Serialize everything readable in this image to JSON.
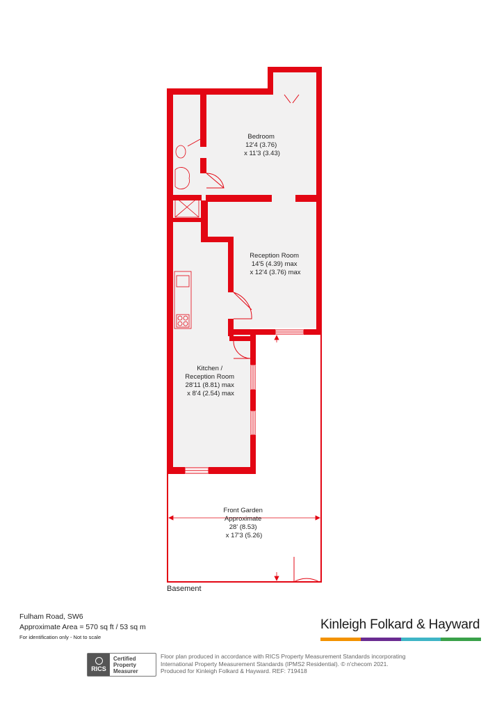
{
  "floor_name": "Basement",
  "rooms": [
    {
      "name": "Bedroom",
      "dim1": "12'4 (3.76)",
      "dim2": "x 11'3 (3.43)"
    },
    {
      "name": "Reception Room",
      "dim1": "14'5 (4.39) max",
      "dim2": "x 12'4 (3.76) max"
    },
    {
      "name": "Kitchen /",
      "name2": "Reception Room",
      "dim1": "28'11 (8.81) max",
      "dim2": "x 8'4 (2.54) max"
    },
    {
      "name": "Front Garden",
      "name2": "Approximate",
      "dim1": "28' (8.53)",
      "dim2": "x 17'3 (5.26)"
    }
  ],
  "property": {
    "address": "Fulham Road, SW6",
    "area": "Approximate Area = 570 sq ft / 53 sq m",
    "disclaimer": "For identification only - Not to scale"
  },
  "agent": {
    "name": "Kinleigh Folkard & Hayward",
    "bar_colors": [
      "#f39200",
      "#6a2c91",
      "#3fb5c6",
      "#3aa14a"
    ]
  },
  "rics": {
    "logo_text": "RICS",
    "line1": "Certified",
    "line2": "Property",
    "line3": "Measurer"
  },
  "compliance": {
    "line1": "Floor plan produced in accordance with RICS Property Measurement Standards incorporating",
    "line2": "International Property Measurement Standards (IPMS2 Residential).  © n'checom 2021.",
    "line3": "Produced for Kinleigh Folkard & Hayward.   REF: 719418"
  },
  "colors": {
    "wall": "#e30613",
    "floor": "#f2f1f1"
  }
}
